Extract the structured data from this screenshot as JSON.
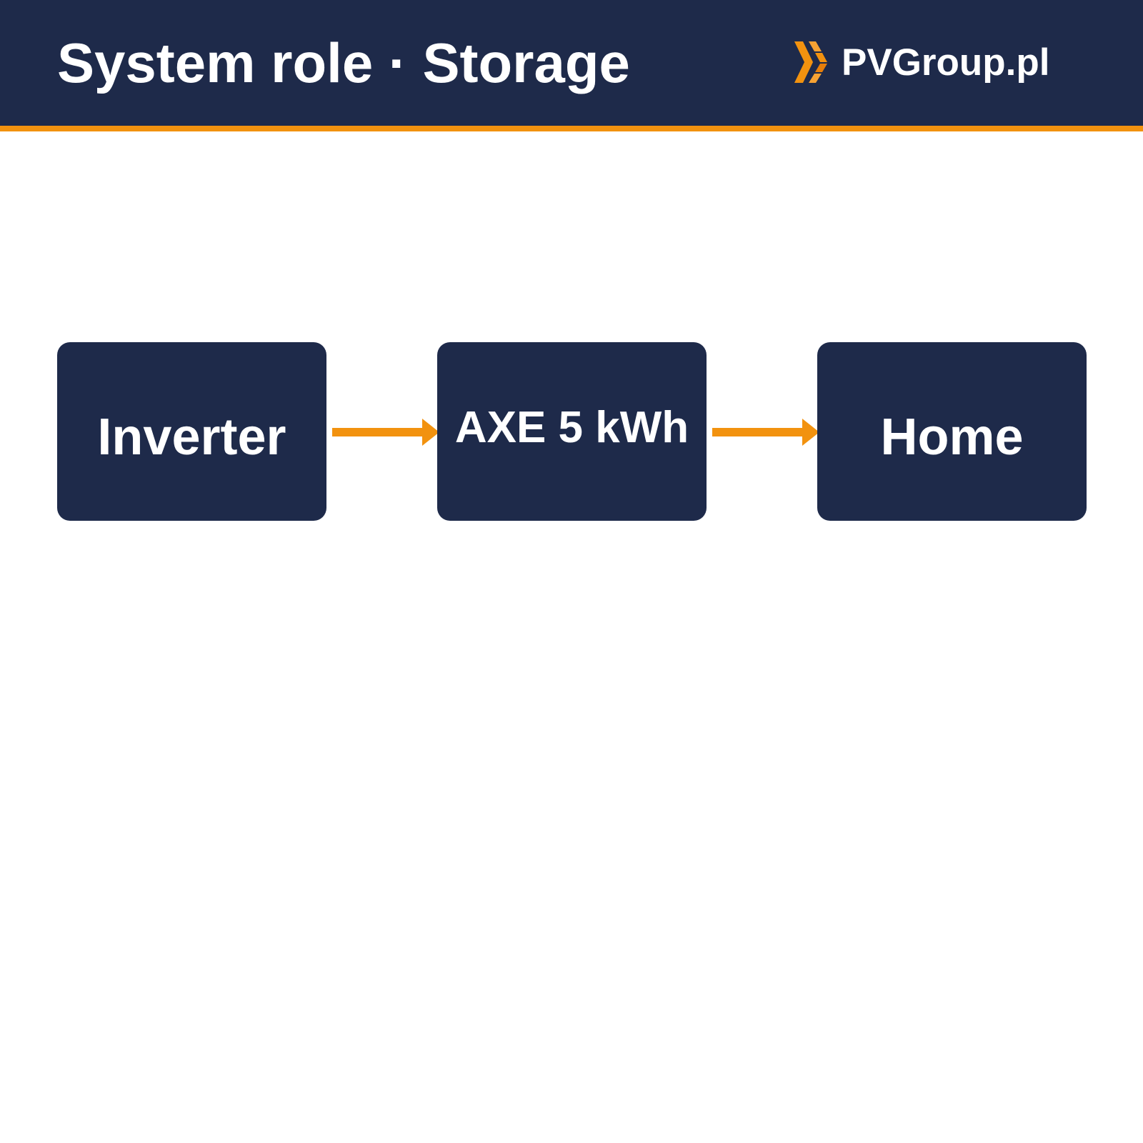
{
  "header": {
    "title": "System role · Storage",
    "brand_name": "PVGroup.pl",
    "brand_icon": "pvgroup-logo-icon"
  },
  "colors": {
    "navy": "#1e2a4a",
    "accent": "#f2920f",
    "text_on_dark": "#ffffff",
    "background": "#ffffff"
  },
  "flow": {
    "nodes": [
      {
        "label": "Inverter"
      },
      {
        "label": "AXE 5 kWh"
      },
      {
        "label": "Home"
      }
    ],
    "edges": [
      {
        "from": "Inverter",
        "to": "AXE 5 kWh",
        "icon": "arrow-right-icon"
      },
      {
        "from": "AXE 5 kWh",
        "to": "Home",
        "icon": "arrow-right-icon"
      }
    ]
  }
}
